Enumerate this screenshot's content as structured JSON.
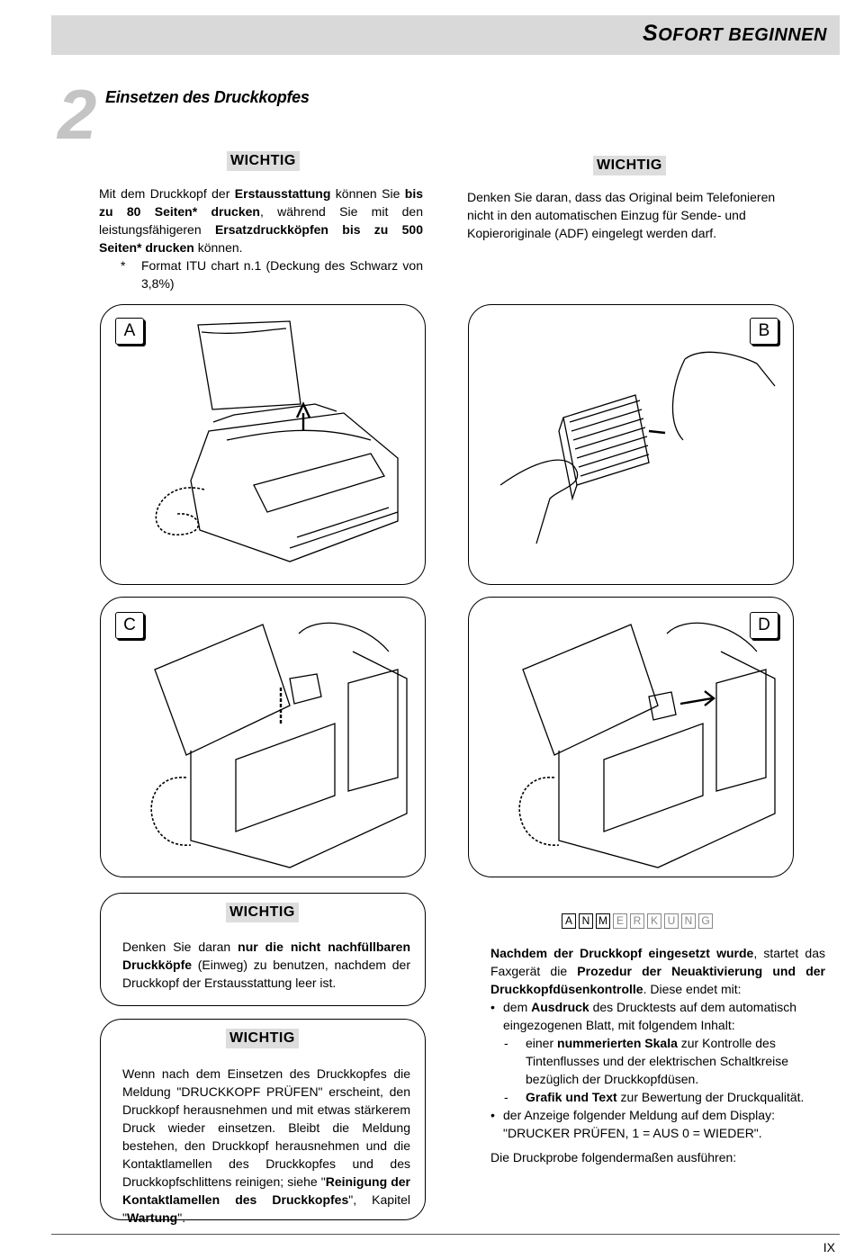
{
  "header": {
    "title_first": "S",
    "title_rest": "OFORT BEGINNEN"
  },
  "section": {
    "number": "2",
    "title": "Einsetzen des Druckkopfes"
  },
  "important_label": "WICHTIG",
  "left_note": {
    "p1": "Mit dem Druckkopf der ",
    "b1": "Erstausstattung",
    "p2": " können Sie ",
    "b2": "bis zu 80 Seiten* drucken",
    "p3": ", während Sie mit den leistungsfähigeren ",
    "b3": "Ersatzdruckköpfen bis zu 500 Seiten* drucken",
    "p4": " können.",
    "footnote_mark": "*",
    "footnote_text": "Format ITU chart n.1 (Deckung des Schwarz von 3,8%)"
  },
  "right_note": {
    "text": "Denken Sie daran, dass das Original beim Telefonieren nicht in den automatischen Einzug für Sende- und Kopieroriginale (ADF) eingelegt werden darf."
  },
  "figures": [
    {
      "label": "A",
      "icon": "fax-paper-support-icon"
    },
    {
      "label": "B",
      "icon": "printhead-cartridge-icon"
    },
    {
      "label": "C",
      "icon": "insert-printhead-icon"
    },
    {
      "label": "D",
      "icon": "lock-printhead-icon"
    }
  ],
  "box1": {
    "p1": "Denken Sie daran ",
    "b1": "nur die nicht nachfüllbaren Druckköpfe",
    "p2": " (Einweg) zu benutzen, nachdem der Druckkopf der Erstausstattung leer ist."
  },
  "box2": {
    "p1": "Wenn nach dem Einsetzen des Druckkopfes die Meldung \"DRUCKKOPF PRÜFEN\" erscheint, den Druckkopf herausnehmen und mit etwas stärkerem Druck wieder einsetzen. Bleibt die Meldung bestehen, den Druckkopf herausnehmen und die Kontaktlamellen des Druckkopfes und des Druckkopfschlittens reinigen; siehe \"",
    "b1": "Reinigung der Kontaktlamellen des Druckkopfes",
    "p2": "\", Kapitel \"",
    "b2": "Wartung",
    "p3": "\"."
  },
  "anmerkung": [
    "A",
    "N",
    "M",
    "E",
    "R",
    "K",
    "U",
    "N",
    "G"
  ],
  "right_text": {
    "b1": "Nachdem der Druckkopf eingesetzt wurde",
    "p1": ", startet das Faxgerät die ",
    "b2": "Prozedur der Neuaktivierung und der Druckkopfdüsenkontrolle",
    "p2": ". Diese endet mit:",
    "bullet1_p1": "dem ",
    "bullet1_b": "Ausdruck",
    "bullet1_p2": " des Drucktests auf dem automatisch eingezogenen Blatt, mit folgendem Inhalt:",
    "dash1_p1": "einer ",
    "dash1_b": "nummerierten Skala",
    "dash1_p2": " zur Kontrolle des Tintenflusses und der elektrischen Schaltkreise bezüglich der Druckkopfdüsen.",
    "dash2_b": "Grafik und Text",
    "dash2_p": " zur Bewertung der Druckqualität.",
    "bullet2": "der Anzeige folgender Meldung auf dem Display: \"DRUCKER PRÜFEN, 1 = AUS  0 = WIEDER\".",
    "final": "Die Druckprobe folgendermaßen ausführen:"
  },
  "page_number": "IX"
}
